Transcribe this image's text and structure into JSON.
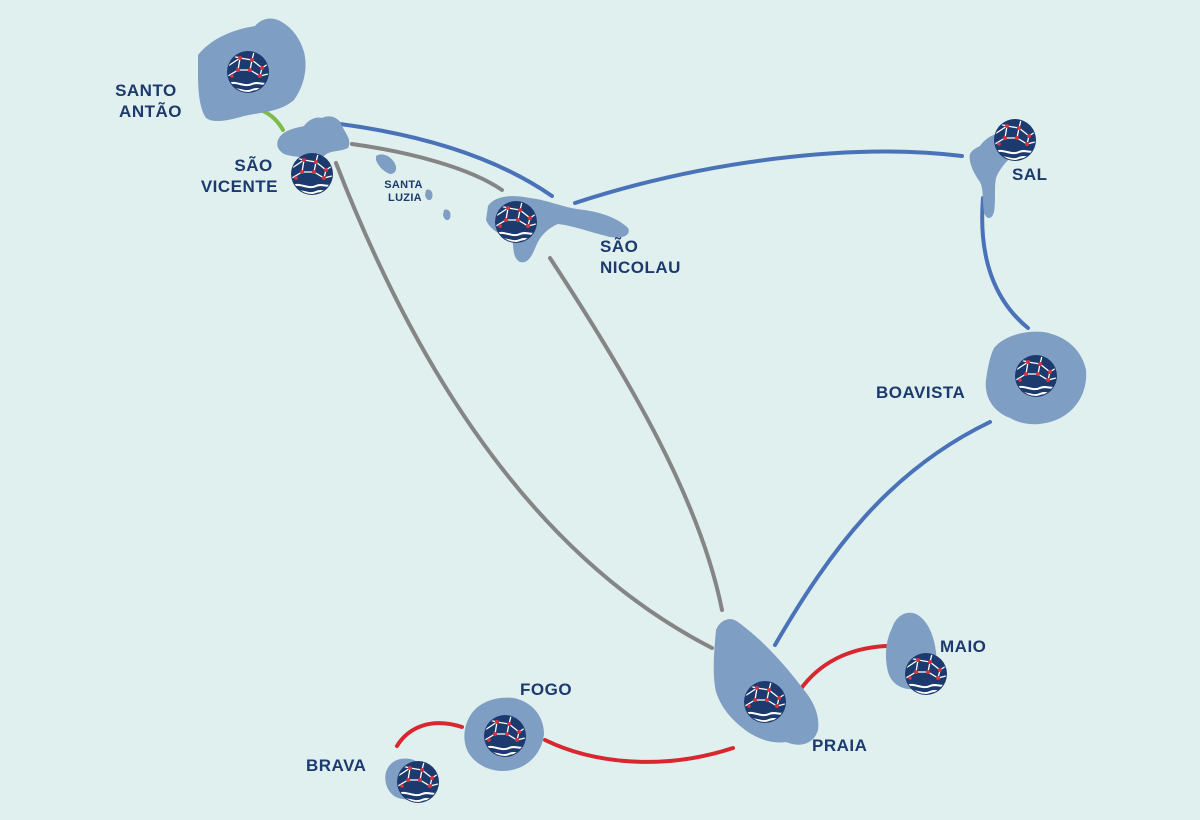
{
  "colors": {
    "background": "#e0f0ee",
    "island": "#7f9ec3",
    "label": "#1c3a6e",
    "badge": "#1c3a6e",
    "badge_dot": "#d8343f",
    "route_blue": "#4a72b8",
    "route_grey": "#858585",
    "route_red": "#d8272e",
    "route_green": "#7dbb4c"
  },
  "islands": {
    "santo_antao": {
      "label_lines": [
        "SANTO",
        "ANTÃO"
      ]
    },
    "sao_vicente": {
      "label_lines": [
        "SÃO",
        "VICENTE"
      ]
    },
    "santa_luzia": {
      "label_lines": [
        "SANTA",
        "LUZIA"
      ]
    },
    "sao_nicolau": {
      "label_lines": [
        "SÃO",
        "NICOLAU"
      ]
    },
    "sal": {
      "label_lines": [
        "SAL"
      ]
    },
    "boavista": {
      "label_lines": [
        "BOAVISTA"
      ]
    },
    "maio": {
      "label_lines": [
        "MAIO"
      ]
    },
    "praia": {
      "label_lines": [
        "PRAIA"
      ]
    },
    "fogo": {
      "label_lines": [
        "FOGO"
      ]
    },
    "brava": {
      "label_lines": [
        "BRAVA"
      ]
    }
  },
  "badge_icon": "globe-wave-network-icon",
  "routes": [
    {
      "from": "santo_antao",
      "to": "sao_vicente",
      "color": "green"
    },
    {
      "from": "sao_vicente",
      "to": "sao_nicolau",
      "color": "blue"
    },
    {
      "from": "sao_vicente",
      "to": "sao_nicolau",
      "color": "grey"
    },
    {
      "from": "sao_nicolau",
      "to": "sal",
      "color": "blue"
    },
    {
      "from": "sal",
      "to": "boavista",
      "color": "blue"
    },
    {
      "from": "boavista",
      "to": "praia",
      "color": "blue"
    },
    {
      "from": "sao_vicente",
      "to": "praia",
      "color": "grey"
    },
    {
      "from": "sao_nicolau",
      "to": "praia",
      "color": "grey"
    },
    {
      "from": "praia",
      "to": "maio",
      "color": "red"
    },
    {
      "from": "praia",
      "to": "fogo",
      "color": "red"
    },
    {
      "from": "fogo",
      "to": "brava",
      "color": "red"
    }
  ]
}
